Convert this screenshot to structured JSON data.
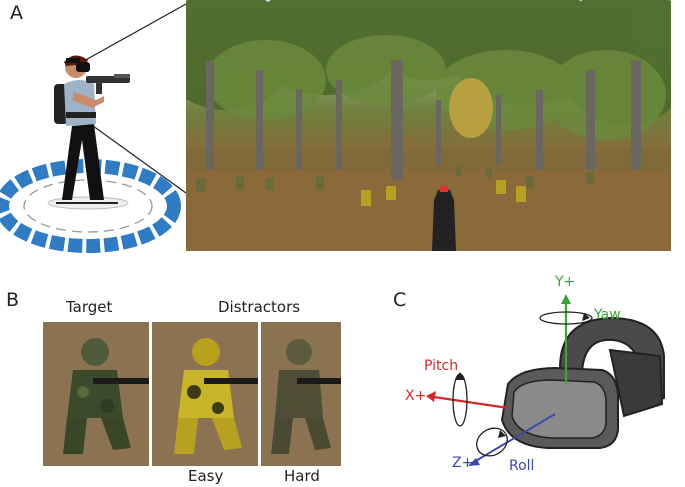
{
  "panels": {
    "a": {
      "label": "A"
    },
    "b": {
      "label": "B",
      "target_caption": "Target",
      "distractors_caption": "Distractors",
      "easy_caption": "Easy",
      "hard_caption": "Hard"
    },
    "c": {
      "label": "C",
      "axes": {
        "y_label": "Y+",
        "yaw_label": "Yaw",
        "pitch_label": "Pitch",
        "x_label": "X+",
        "z_label": "Z+",
        "roll_label": "Roll"
      }
    }
  },
  "colors": {
    "platform_blue": "#2f7bc4",
    "axis_y": "#3aa635",
    "axis_x": "#d42a2a",
    "axis_z": "#3b4aa8",
    "forest_ground": "#8a6a3a",
    "forest_sky": "#b9c7d8"
  }
}
